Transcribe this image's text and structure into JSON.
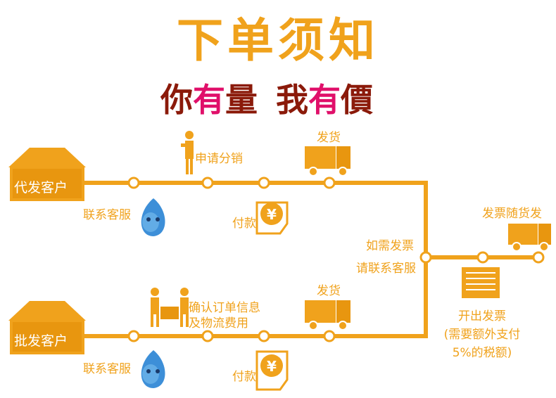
{
  "title": "下单须知",
  "slogan": {
    "part1_a": "你",
    "part1_b": "有",
    "part1_c": "量",
    "part2_a": "我",
    "part2_b": "有",
    "part2_c": "價"
  },
  "top_row": {
    "customer": "代发客户",
    "contact": "联系客服",
    "apply": "申请分销",
    "pay": "付款",
    "ship": "发货"
  },
  "bottom_row": {
    "customer": "批发客户",
    "contact": "联系客服",
    "confirm_line1": "确认订单信息",
    "confirm_line2": "及物流费用",
    "pay": "付款",
    "ship": "发货"
  },
  "invoice_note": {
    "line1": "如需发票",
    "line2": "请联系客服"
  },
  "invoice_ship": "发票随货发",
  "invoice_issue": {
    "line1": "开出发票",
    "line2": "(需要额外支付",
    "line3": "5%的税额)"
  },
  "colors": {
    "orange": "#f0a21c",
    "brown_red": "#8b1a0a",
    "magenta": "#e0106a",
    "qq_blue": "#3d8fd8"
  }
}
